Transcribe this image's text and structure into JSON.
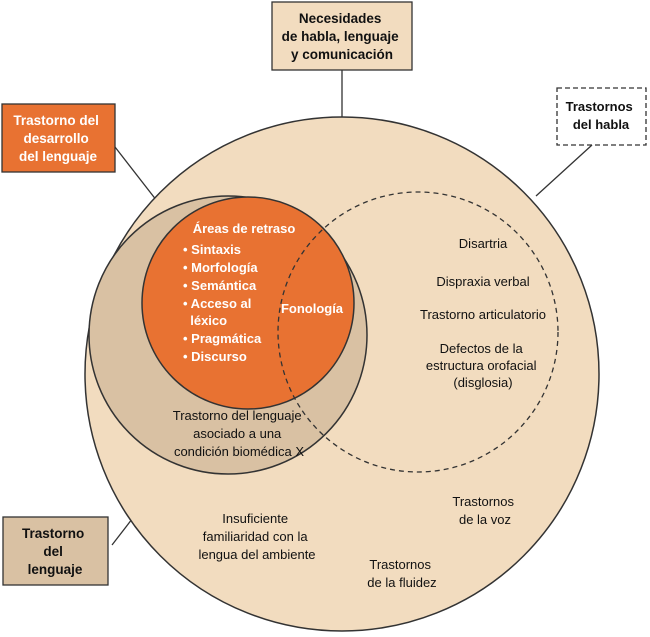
{
  "colors": {
    "outer_fill": "#f2dcbf",
    "language_fill": "#d9c1a3",
    "delay_fill": "#e87232",
    "line": "#333333",
    "white_text": "#ffffff"
  },
  "boxes": {
    "top": [
      "Necesidades",
      "de habla, lenguaje",
      "y comunicación"
    ],
    "tdl": [
      "Trastorno del",
      "desarrollo",
      "del lenguaje"
    ],
    "habla": [
      "Trastornos",
      "del habla"
    ],
    "lenguaje": [
      "Trastorno",
      "del",
      "lenguaje"
    ]
  },
  "delay": {
    "title": "Áreas de retraso",
    "items": [
      "• Sintaxis",
      "• Morfología",
      "• Semántica",
      "• Acceso al",
      "  léxico",
      "• Pragmática",
      "• Discurso"
    ],
    "fonologia": "Fonología"
  },
  "speech_items": {
    "disartria": "Disartria",
    "dispraxia": "Dispraxia verbal",
    "articulatorio": "Trastorno articulatorio",
    "defectos": [
      "Defectos de la",
      "estructura orofacial",
      "(disglosia)"
    ]
  },
  "biomedical": [
    "Trastorno del lenguaje",
    "asociado a una",
    "condición biomédica X"
  ],
  "outer_items": {
    "voz": [
      "Trastornos",
      "de la voz"
    ],
    "fluidez": [
      "Trastornos",
      "de la fluidez"
    ],
    "familiaridad": [
      "Insuficiente",
      "familiaridad con la",
      "lengua del ambiente"
    ]
  }
}
